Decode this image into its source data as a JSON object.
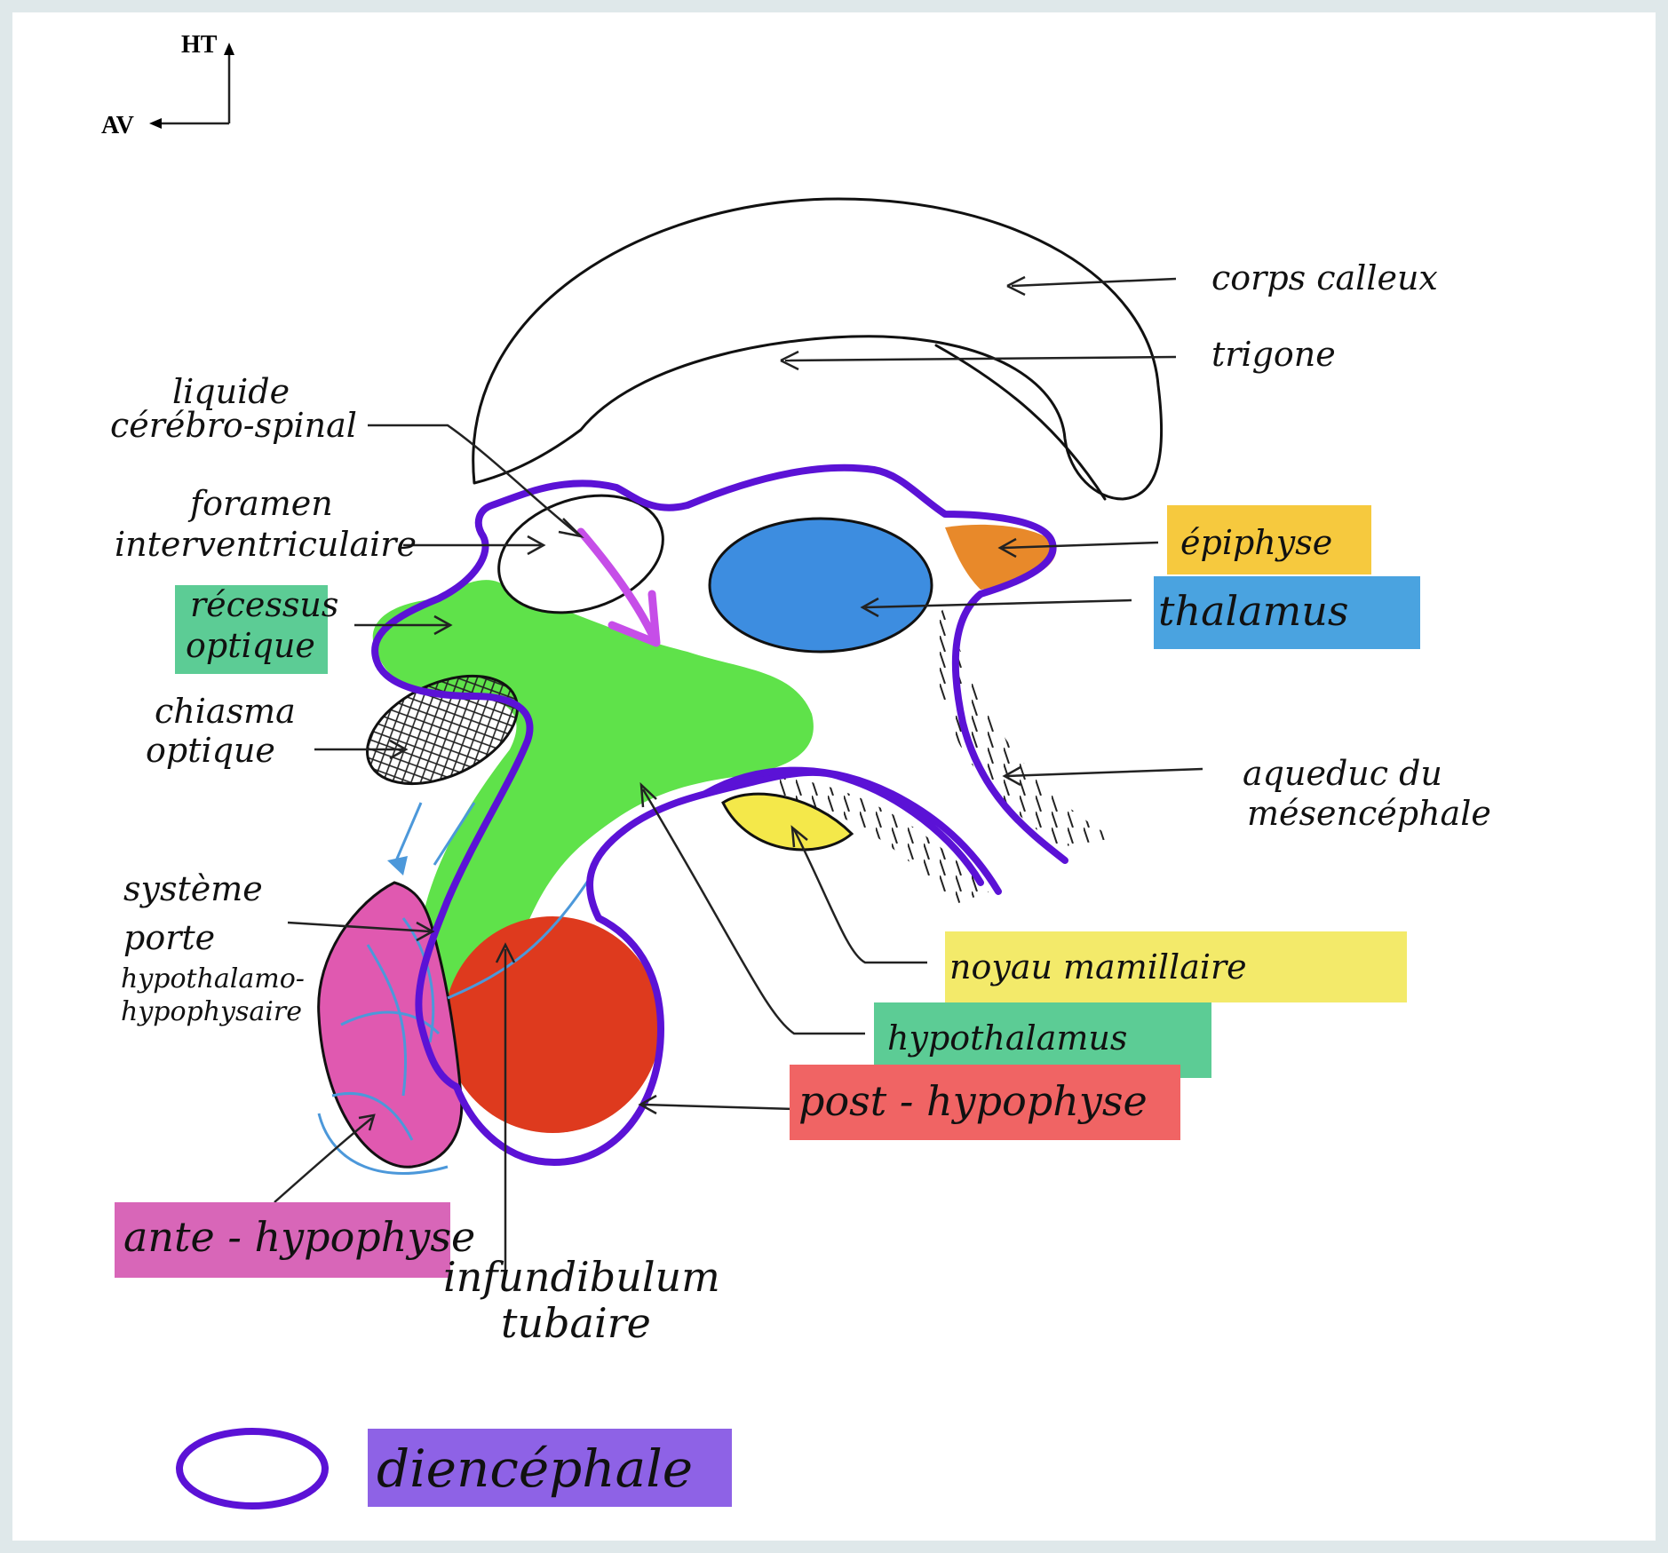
{
  "orientation": {
    "up_label": "HT",
    "front_label": "AV"
  },
  "labels": {
    "corps_calleux": "corps calleux",
    "trigone": "trigone",
    "liquide_line1": "liquide",
    "liquide_line2": "cérébro-spinal",
    "foramen_line1": "foramen",
    "foramen_line2": "interventriculaire",
    "recessus_line1": "récessus",
    "recessus_line2": "optique",
    "chiasma_line1": "chiasma",
    "chiasma_line2": "optique",
    "systeme_line1": "système",
    "systeme_line2": "porte",
    "systeme_line3": "hypothalamo-",
    "systeme_line4": "hypophysaire",
    "epiphyse": "épiphyse",
    "thalamus": "thalamus",
    "aqueduc_line1": "aqueduc du",
    "aqueduc_line2": "mésencéphale",
    "noyau_mamillaire": "noyau mamillaire",
    "hypothalamus": "hypothalamus",
    "post_hypophyse": "post - hypophyse",
    "ante_hypophyse": "ante - hypophyse",
    "infundibulum_line1": "infundibulum",
    "infundibulum_line2": "tubaire"
  },
  "legend": {
    "label": "diencéphale"
  },
  "colors": {
    "diencephale": "#5b12d6",
    "hypothalamus_region": "#5fe24a",
    "thalamus": "#3d8de0",
    "epiphyse": "#e8892a",
    "post_hypophyse": "#de3a1e",
    "ante_hypophyse": "#e059b0",
    "noyau_mamillaire": "#f4e84a",
    "csf_arrow": "#c64ee8",
    "portal_vessels": "#4c98da",
    "highlight_yellow": "#f3ea6a",
    "highlight_orange": "#f6c93e",
    "highlight_blue": "#4aa3e0",
    "highlight_green": "#5ccc95",
    "highlight_red": "#f06464",
    "highlight_pink": "#d866b8",
    "highlight_purple": "#8e62e6"
  }
}
